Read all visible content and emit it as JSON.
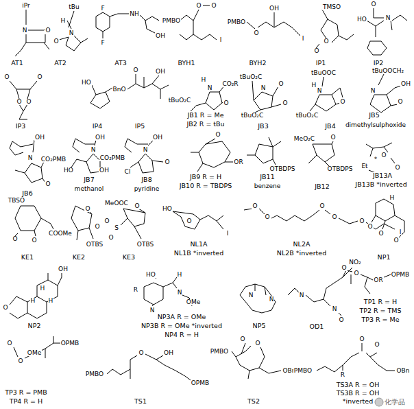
{
  "diagram": {
    "labels": [
      "iPr",
      "N",
      "O",
      "AT1",
      "tBu",
      "H",
      "N",
      "O",
      "AT2",
      "F",
      "F",
      "NH",
      "OH",
      "AT3",
      "PMBO",
      "O",
      "O",
      "I",
      "BYH1",
      "PMBO",
      "O",
      "OH",
      "I",
      "BYH2",
      "TMSO",
      "O",
      "O",
      "IP1",
      "O",
      "N",
      "HO",
      "IP2",
      "O",
      "O",
      "O",
      "O",
      "IP3",
      "HO",
      "IP4",
      "BnO",
      "O",
      "OH",
      "IP5",
      "H",
      "N",
      "CO₂R",
      "tBuO₂C",
      "O",
      "JB1 R = Me",
      "JB2 R = tBu",
      "tBuO₂C",
      "N",
      "O",
      "O",
      "tBuO₂C",
      "JB3",
      "tBuOOC",
      "H",
      "N",
      "O",
      "tBuO₂C",
      "JB4",
      "tBuOOCH₂",
      "OH",
      "N",
      "O",
      "JB5",
      "dimethylsulphoxide",
      "OH",
      "N",
      "CO₂PMB",
      "O",
      "JB6",
      "OH",
      "N",
      "CO₂PMB",
      "OH",
      "HO",
      "JB7",
      "methanol",
      "OH",
      "N",
      "O",
      "Cl",
      "JB8",
      "pyridine",
      "O",
      "OR",
      "JB9 R = H",
      "JB10 R = TBDPS",
      "OTBDPS",
      "JB11",
      "benzene",
      "MeO₂C",
      "O",
      "OTBDPS",
      "JB12",
      "O",
      "O",
      "Et",
      "*",
      "JB13A",
      "JB13B *inverted",
      "TBSO",
      "O",
      "O",
      "COOMe",
      "KE1",
      "O",
      "O",
      "OTBS",
      "KE2",
      "MeOOC",
      "O",
      "S",
      "O",
      "O",
      "OTBS",
      "KE3",
      "HO",
      "O",
      "I",
      "NL1A",
      "NL1B *inverted",
      "O",
      "O",
      "O",
      "O",
      "O",
      "I",
      "NL2A",
      "NL2B *inverted",
      "H",
      "O",
      "O",
      "O",
      "NP1",
      "OH",
      "H",
      "H",
      "H",
      "O",
      "NP2",
      "HO",
      "H",
      "N",
      "R",
      "N",
      "OMe",
      "NP3A R = OMe",
      "NP3B R = OMe *inverted",
      "NP4 R = H",
      "N",
      "N",
      "NP5",
      "NO₂",
      "N",
      "N",
      "O",
      "OD1",
      "O",
      "O",
      "OR",
      "OPMB",
      "TP1 R = H",
      "TP2 R = TMS",
      "TP3 R = Me",
      "O",
      "O",
      "OMe",
      "OPMB",
      "TP3 R = PMB",
      "TP4 R = H",
      "PMBO",
      "O",
      "OH",
      "OPMB",
      "TS1",
      "O",
      "O",
      "PMBO",
      "OBn",
      "TS2",
      "O",
      "O",
      "PMBO",
      "R",
      "OBn",
      "TS3A R = OH",
      "TS3B R = OH",
      "*inverted",
      "化学品"
    ]
  }
}
